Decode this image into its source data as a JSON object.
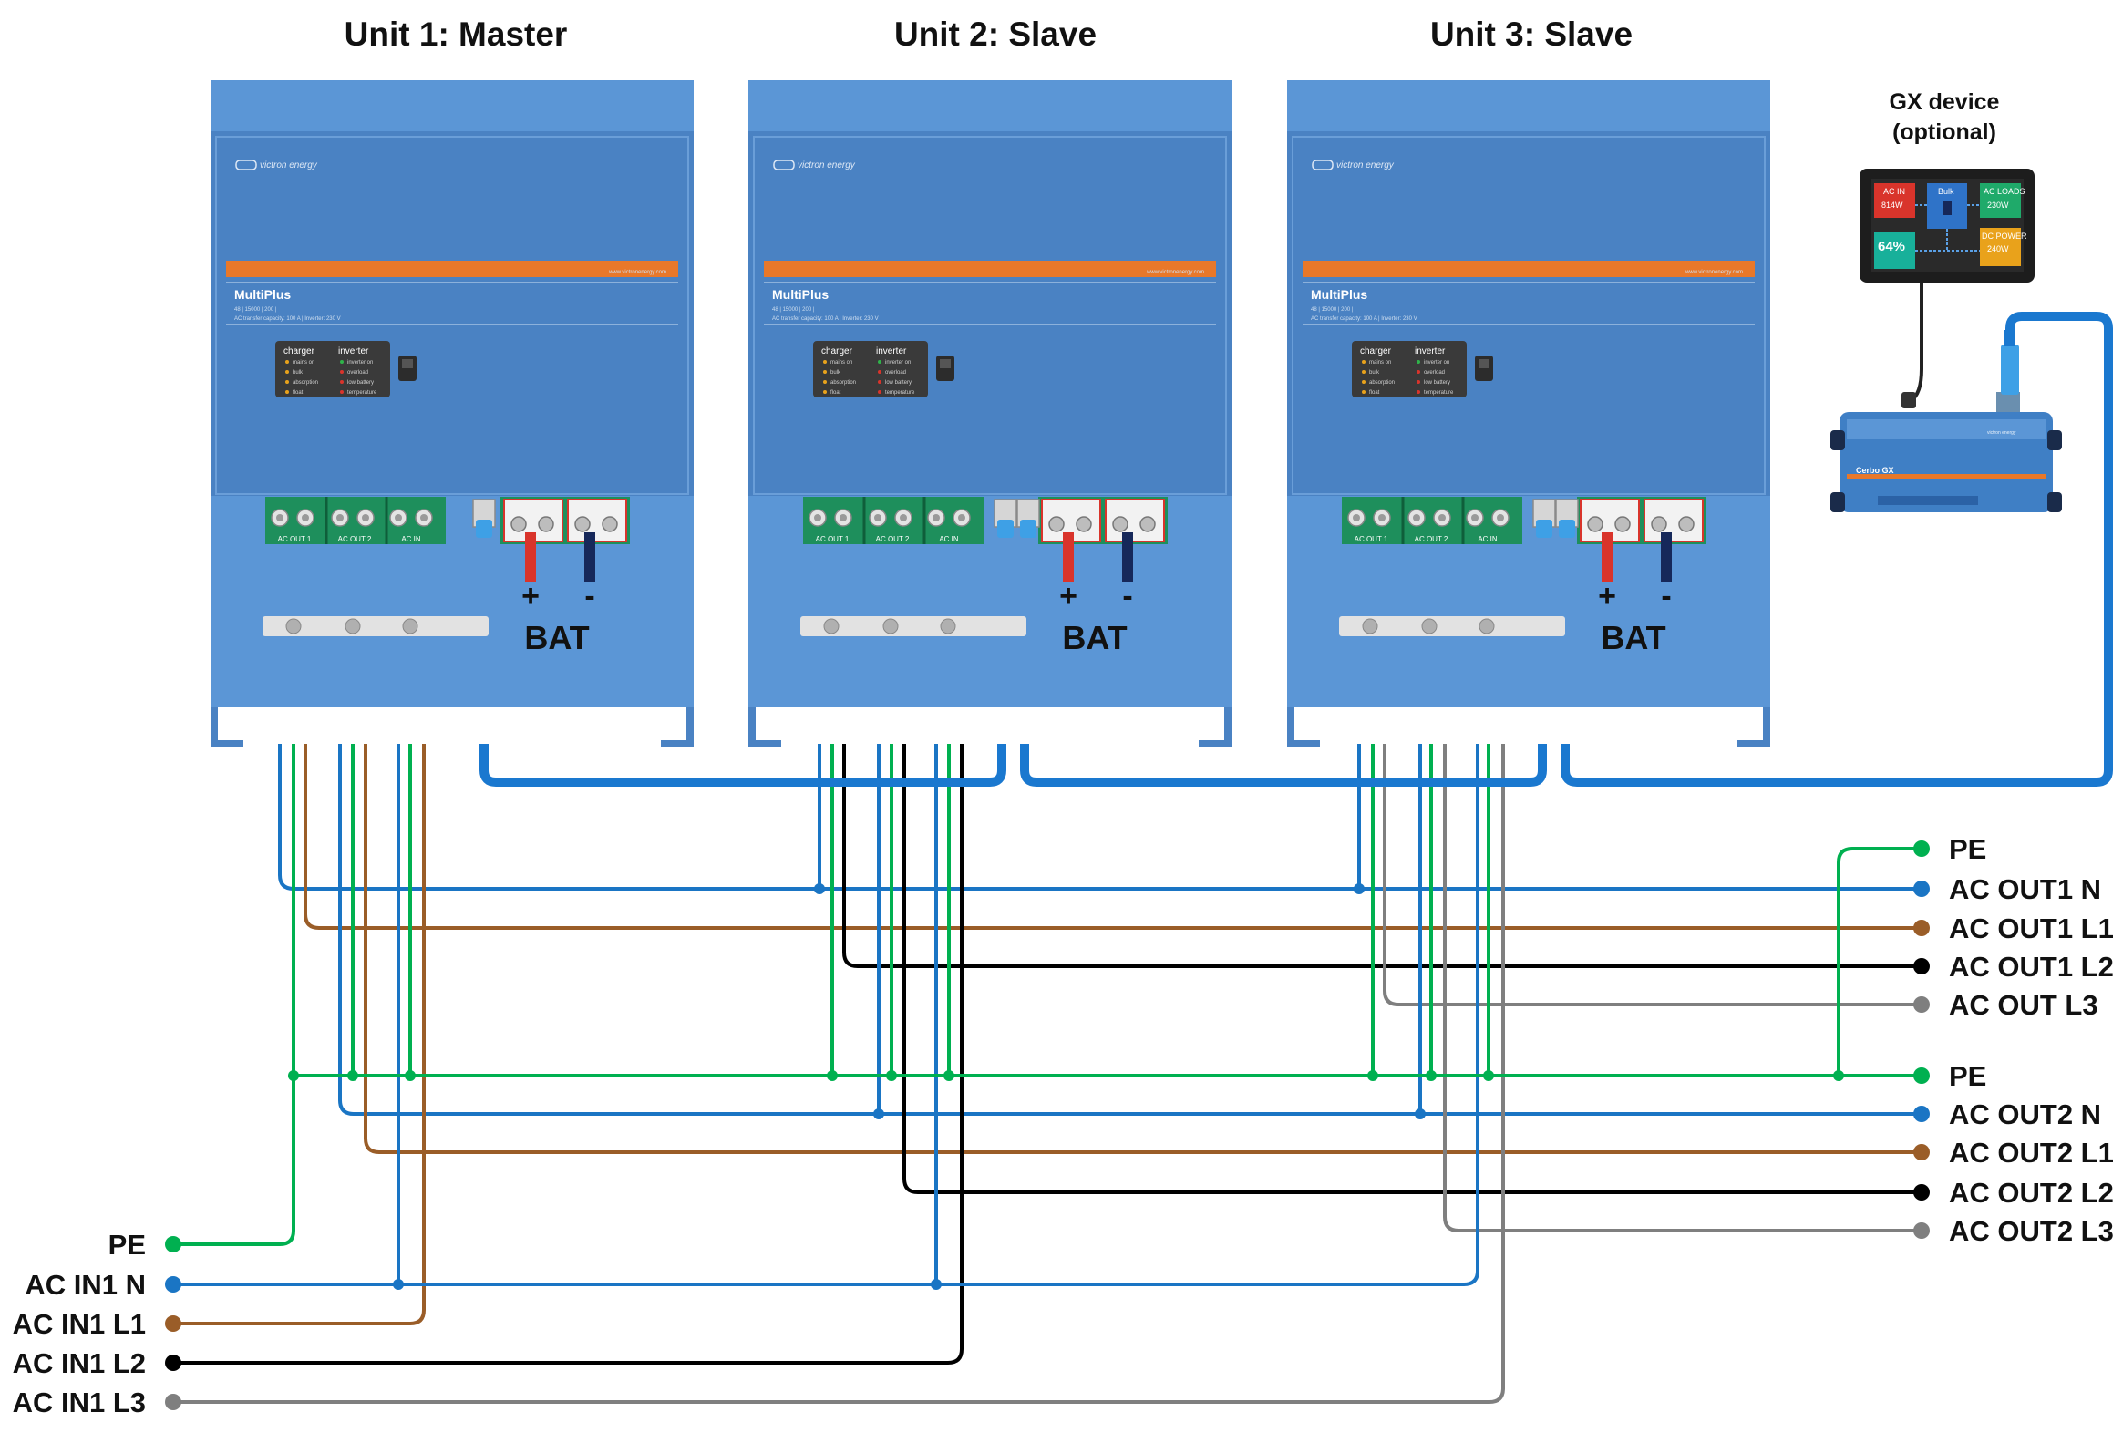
{
  "units": [
    {
      "title": "Unit 1: Master"
    },
    {
      "title": "Unit 2: Slave"
    },
    {
      "title": "Unit 3: Slave"
    }
  ],
  "inverter": {
    "brand": "victron energy",
    "model": "MultiPlus",
    "spec": "48 | 15000 | 200 |",
    "website": "www.victronenergy.com",
    "capacity_note": "AC transfer capacity: 100 A | Inverter: 230 V",
    "charger_header": "charger",
    "inverter_header": "inverter",
    "charger_leds": [
      "mains on",
      "bulk",
      "absorption",
      "float"
    ],
    "inverter_leds": [
      "inverter on",
      "overload",
      "low battery",
      "temperature"
    ],
    "terminals": [
      "AC OUT 1",
      "AC OUT 2",
      "AC IN"
    ],
    "battery_label": "BAT",
    "plus": "+",
    "minus": "-"
  },
  "gx": {
    "title_line1": "GX device",
    "title_line2": "(optional)",
    "screen": {
      "tile1_title": "AC IN",
      "tile1_value": "814W",
      "tile2_title": "Bulk",
      "tile3_title": "AC LOADS",
      "tile3_value": "230W",
      "tile4_value": "64%",
      "tile5_title": "DC POWER",
      "tile5_value": "240W"
    },
    "cerbo_name": "Cerbo GX",
    "cerbo_brand": "victron energy"
  },
  "outputs": [
    "PE",
    "AC OUT1 N",
    "AC OUT1 L1",
    "AC OUT1 L2",
    "AC OUT L3",
    "PE",
    "AC OUT2 N",
    "AC OUT2 L1",
    "AC OUT2 L2",
    "AC OUT2 L3"
  ],
  "inputs": [
    "PE",
    "AC IN1 N",
    "AC IN1 L1",
    "AC IN1 L2",
    "AC IN1 L3"
  ],
  "colors": {
    "pe": "#00b050",
    "neutral": "#1a75c4",
    "l1": "#9a5d28",
    "l2": "#000000",
    "l3": "#7f7f7f",
    "ve_bus": "#1a78cf",
    "cabinet": "#4a82c3",
    "cabinet_top": "#5b96d6",
    "accent_orange": "#e8782a",
    "terminal_green": "#1e8f5c",
    "battery_red": "#d9342b",
    "battery_navy": "#16285a"
  },
  "icons": [
    "victron-logo-icon",
    "rj45-connector-icon",
    "terminal-screw-icon"
  ]
}
